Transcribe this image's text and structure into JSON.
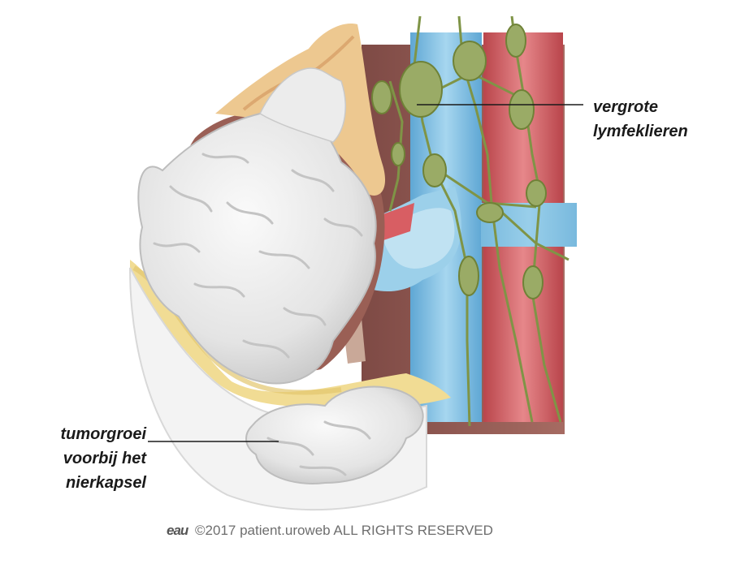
{
  "labels": {
    "lymph": {
      "line1": "vergrote",
      "line2": "lymfeklieren"
    },
    "tumor": {
      "line1": "tumorgroei",
      "line2": "voorbij het",
      "line3": "nierkapsel"
    }
  },
  "footer": {
    "logo": "eau",
    "text": "©2017 patient.uroweb ALL RIGHTS RESERVED"
  },
  "icons": {
    "logo": "eau-logo-icon"
  },
  "colors": {
    "vein": "#8ec8e6",
    "artery": "#d85e63",
    "lymph": "#8fa15a",
    "tumor": "#e8e8e8",
    "fat": "#f1dc94",
    "adrenal": "#edc890",
    "kidney_wall": "#9a5f55"
  }
}
